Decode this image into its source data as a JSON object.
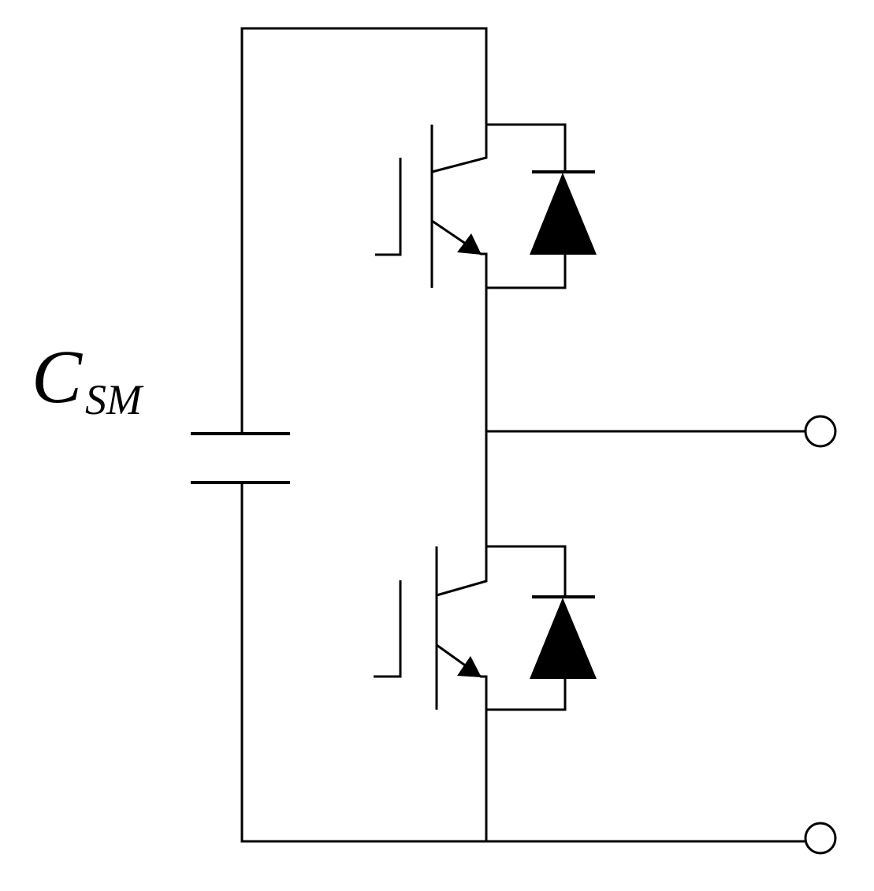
{
  "diagram": {
    "capacitor_label": {
      "main": "C",
      "subscript": "SM"
    },
    "colors": {
      "line": "#000000",
      "background": "#ffffff",
      "terminal_fill": "#ffffff"
    },
    "components": [
      "capacitor",
      "upper-igbt",
      "upper-diode",
      "lower-igbt",
      "lower-diode",
      "terminal-mid",
      "terminal-bottom"
    ]
  }
}
